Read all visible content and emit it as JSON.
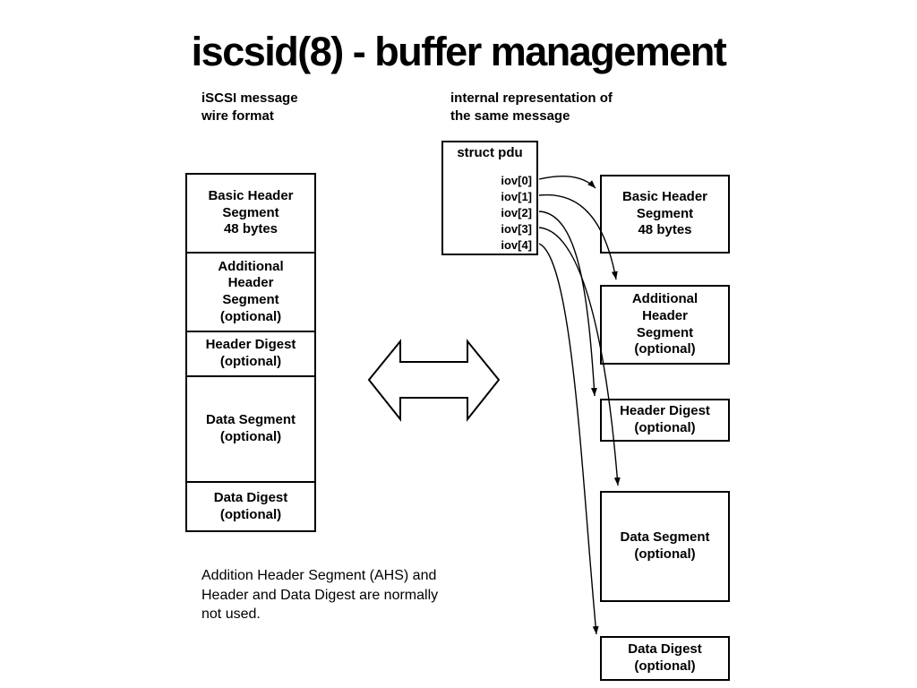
{
  "title": "iscsid(8) - buffer management",
  "left_column": {
    "label": "iSCSI message\nwire format",
    "boxes": [
      {
        "label": "Basic Header\nSegment\n48 bytes"
      },
      {
        "label": "Additional\nHeader\nSegment\n(optional)"
      },
      {
        "label": "Header Digest\n(optional)"
      },
      {
        "label": "Data Segment\n(optional)"
      },
      {
        "label": "Data Digest\n(optional)"
      }
    ]
  },
  "right_column": {
    "label": "internal representation of\nthe same message",
    "struct_box": {
      "title": "struct pdu",
      "fields": [
        "iov[0]",
        "iov[1]",
        "iov[2]",
        "iov[3]",
        "iov[4]"
      ]
    },
    "boxes": [
      {
        "label": "Basic Header\nSegment\n48 bytes"
      },
      {
        "label": "Additional\nHeader\nSegment\n(optional)"
      },
      {
        "label": "Header Digest\n(optional)"
      },
      {
        "label": "Data Segment\n(optional)"
      },
      {
        "label": "Data Digest\n(optional)"
      }
    ]
  },
  "note": "Addition Header Segment (AHS) and\nHeader and Data Digest are normally\nnot used."
}
